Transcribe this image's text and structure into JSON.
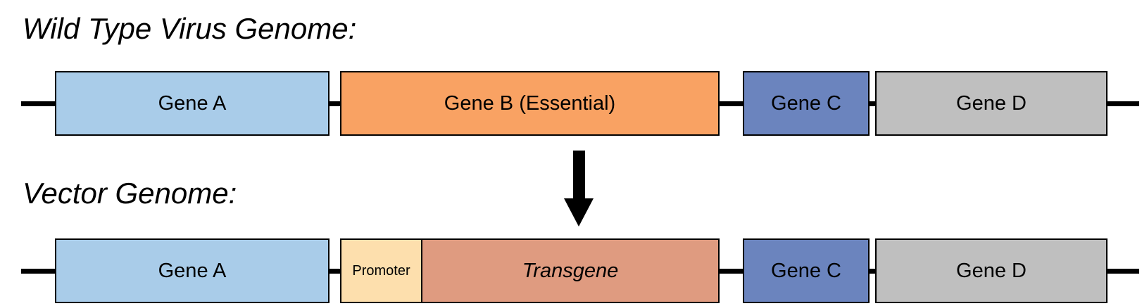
{
  "diagram": {
    "background_color": "#FFFFFF",
    "line_color": "#000000",
    "text_color": "#000000",
    "wild_type": {
      "title": "Wild Type Virus Genome:",
      "genes": [
        {
          "label": "Gene A",
          "color": "#A9CCE9"
        },
        {
          "label": "Gene B (Essential)",
          "color": "#F9A263"
        },
        {
          "label": "Gene C",
          "color": "#6B84BE"
        },
        {
          "label": "Gene D",
          "color": "#BFBFBF"
        }
      ]
    },
    "arrow": {
      "icon": "down-arrow-icon",
      "color": "#000000"
    },
    "vector": {
      "title": "Vector Genome:",
      "genes": [
        {
          "label": "Gene A",
          "color": "#A9CCE9"
        },
        {
          "label": "Promoter",
          "color": "#FDDFAD"
        },
        {
          "label": "Transgene",
          "color": "#DF9B80"
        },
        {
          "label": "Gene C",
          "color": "#6B84BE"
        },
        {
          "label": "Gene D",
          "color": "#BFBFBF"
        }
      ]
    }
  }
}
